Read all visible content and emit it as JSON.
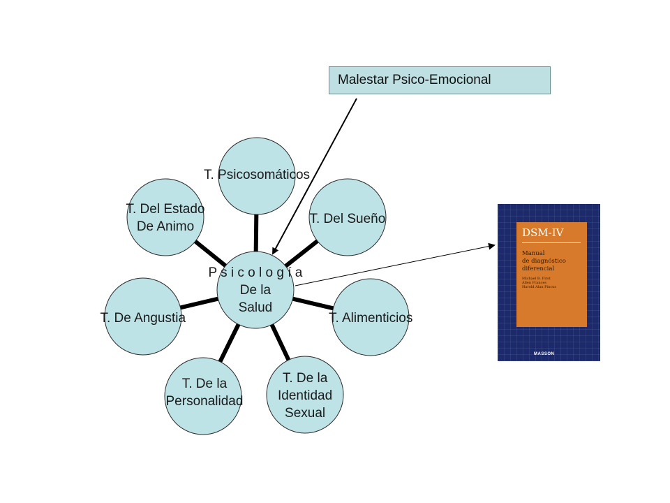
{
  "center": {
    "lines": [
      "P s i c o l o g í a",
      "De la",
      "Salud"
    ]
  },
  "nodes": [
    {
      "id": "psicosomaticos",
      "lines": [
        "T. Psicosomáticos"
      ]
    },
    {
      "id": "sueno",
      "lines": [
        "T. Del Sueño"
      ]
    },
    {
      "id": "alimenticios",
      "lines": [
        "T. Alimenticios"
      ]
    },
    {
      "id": "identidad-sexual",
      "lines": [
        "T. De la",
        "Identidad",
        "Sexual"
      ]
    },
    {
      "id": "personalidad",
      "lines": [
        "T. De la",
        "Personalidad"
      ]
    },
    {
      "id": "angustia",
      "lines": [
        "T. De Angustia"
      ]
    },
    {
      "id": "estado-animo",
      "lines": [
        "T. Del Estado",
        "De Animo"
      ]
    }
  ],
  "callout": {
    "label": "Malestar Psico-Emocional"
  },
  "book": {
    "title": "DSM-IV",
    "subtitle": "Manual\nde diagnóstico\ndiferencial",
    "authors": "Michael B. First\nAllen Frances\nHarold Alan Pincus",
    "publisher": "MASSON"
  },
  "colors": {
    "node_fill": "#bde3e6",
    "node_stroke": "#2b2b2b",
    "connector": "#000000",
    "book_cover": "#1c2a6b",
    "book_panel": "#d77a2c"
  }
}
